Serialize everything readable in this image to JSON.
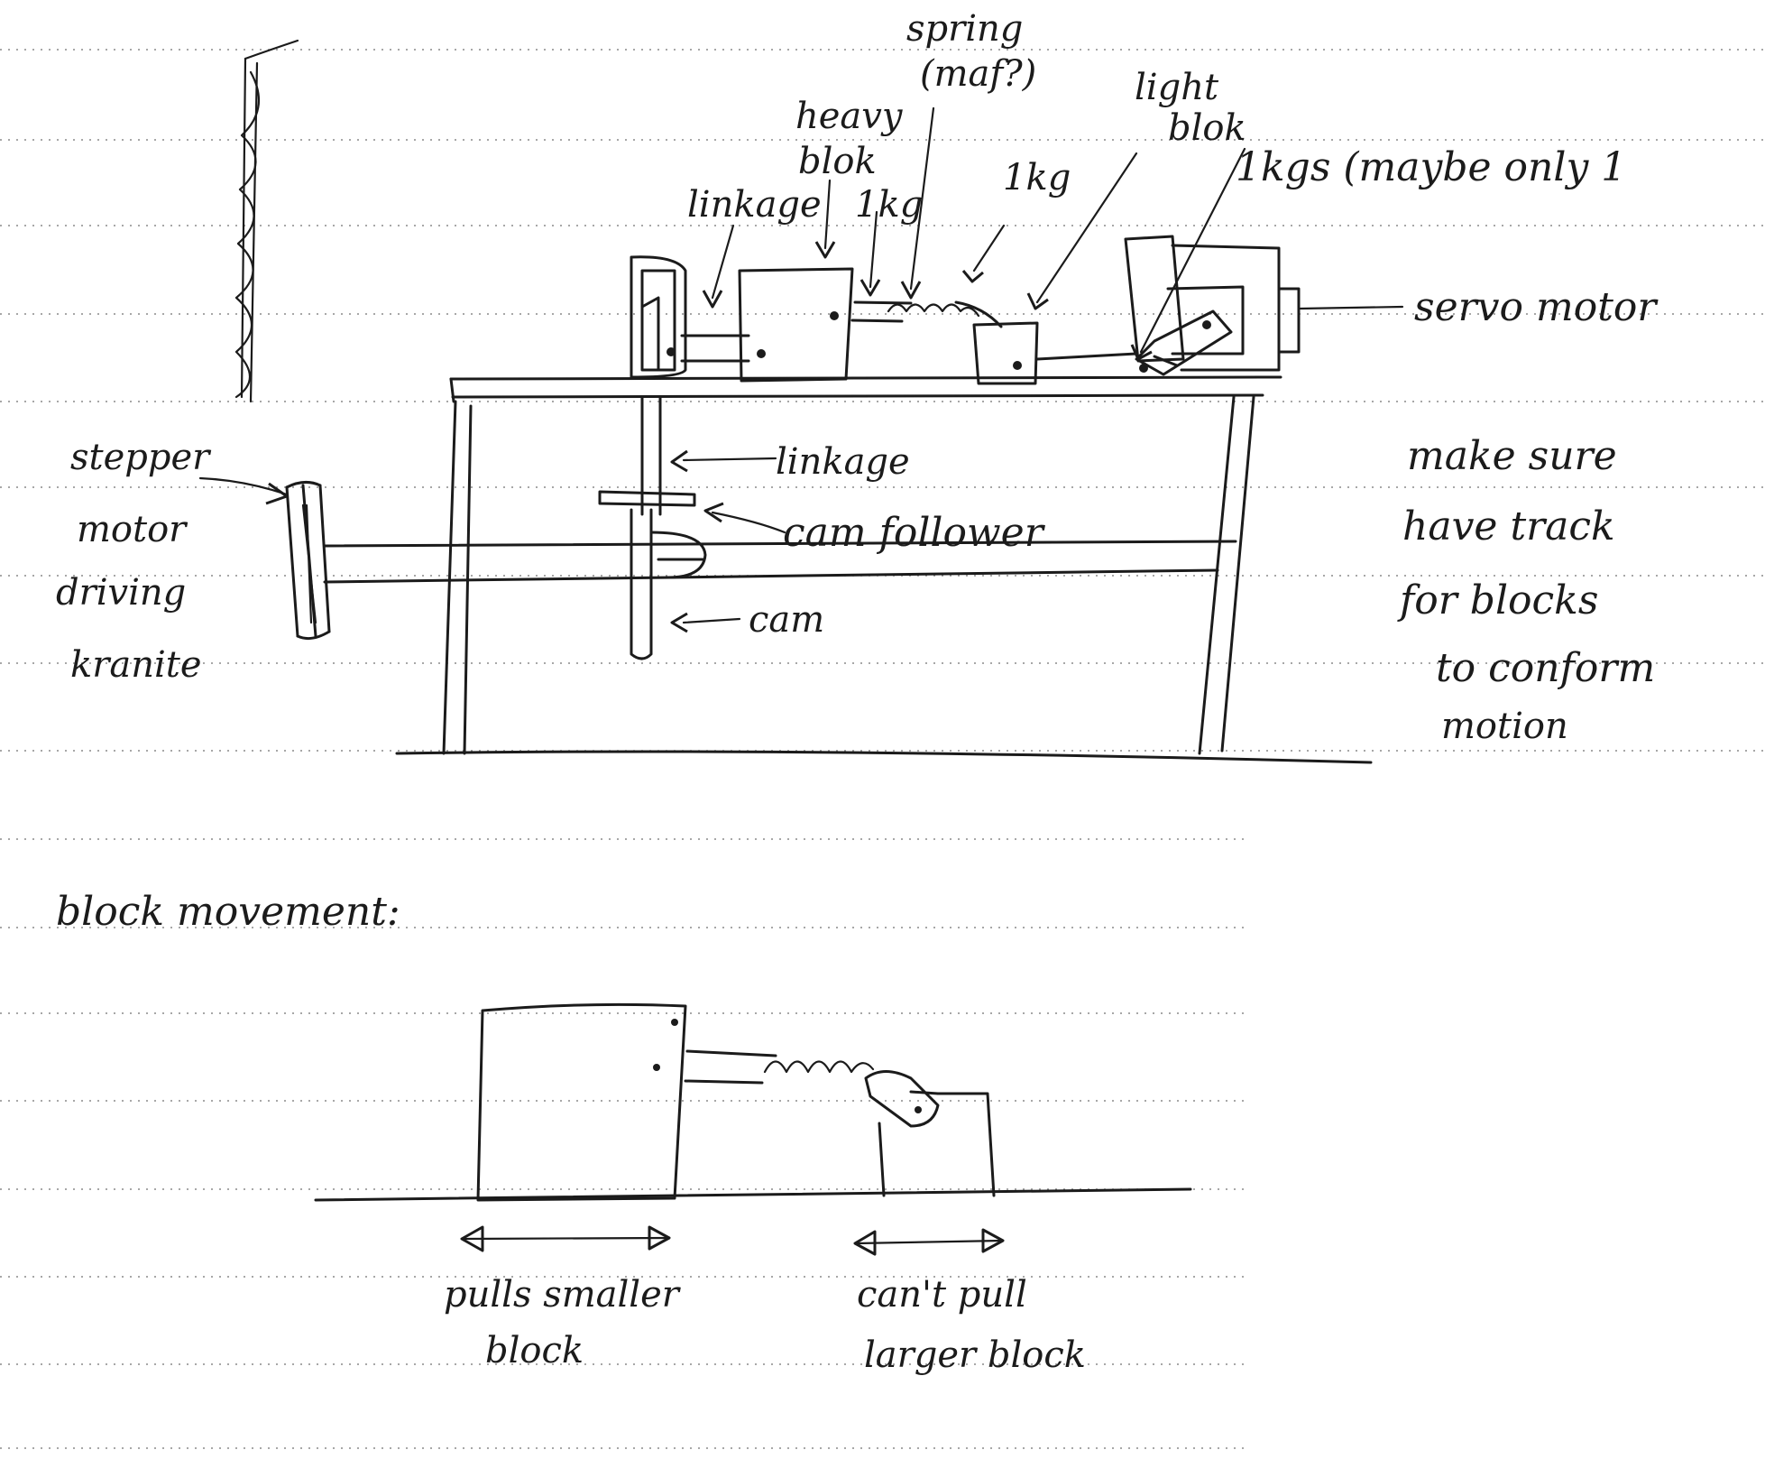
{
  "labels": {
    "spring": "spring",
    "spring_note": "(maf?)",
    "heavy_block_1": "heavy",
    "heavy_block_2": "blok",
    "linkage_top": "linkage",
    "mass_1kg_a": "1kg",
    "mass_1kg_b": "1kg",
    "light_block_1": "light",
    "light_block_2": "blok",
    "mass_1kgs": "1kgs (maybe only 1",
    "servo_motor": "servo motor",
    "stepper_1": "stepper",
    "stepper_2": "motor",
    "stepper_3": "driving",
    "stepper_4": "kranite",
    "linkage_mid": "linkage",
    "cam_follower": "cam follower",
    "cam": "cam",
    "note_1": "make sure",
    "note_2": "have track",
    "note_3": "for blocks",
    "note_4": "to conform",
    "note_5": "motion",
    "block_movement": "block movement:",
    "pulls_1": "pulls smaller",
    "pulls_2": "block",
    "cant_1": "can't pull",
    "cant_2": "larger block"
  }
}
